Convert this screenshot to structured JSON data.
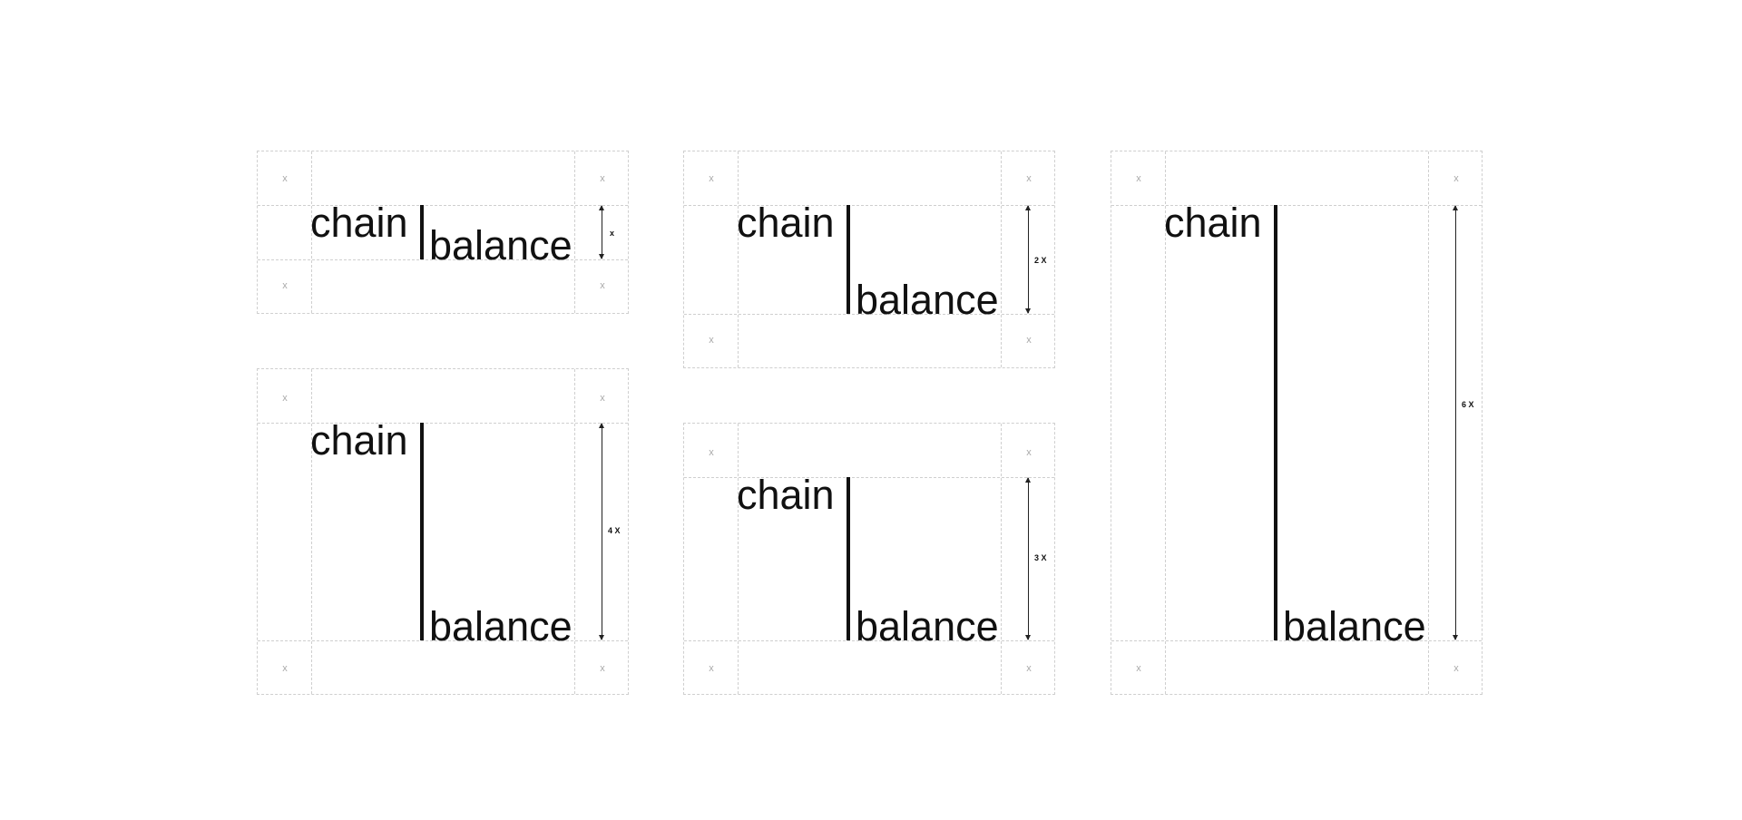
{
  "variants": [
    {
      "key": "v1",
      "word_top": "chain",
      "word_bottom": "balance",
      "dimension_label": "x",
      "cell_markers": [
        "x",
        "x",
        "x",
        "x"
      ]
    },
    {
      "key": "v2",
      "word_top": "chain",
      "word_bottom": "balance",
      "dimension_label": "2 X",
      "cell_markers": [
        "x",
        "x",
        "x",
        "x"
      ]
    },
    {
      "key": "v3",
      "word_top": "chain",
      "word_bottom": "balance",
      "dimension_label": "6 X",
      "cell_markers": [
        "x",
        "x",
        "x",
        "x"
      ]
    },
    {
      "key": "v4",
      "word_top": "chain",
      "word_bottom": "balance",
      "dimension_label": "4 X",
      "cell_markers": [
        "x",
        "x",
        "x",
        "x"
      ]
    },
    {
      "key": "v5",
      "word_top": "chain",
      "word_bottom": "balance",
      "dimension_label": "3 X",
      "cell_markers": [
        "x",
        "x",
        "x",
        "x"
      ]
    }
  ],
  "colors": {
    "ink": "#111111",
    "grid": "#cfcfcf",
    "marker": "#a9a9a9",
    "background": "#ffffff"
  }
}
